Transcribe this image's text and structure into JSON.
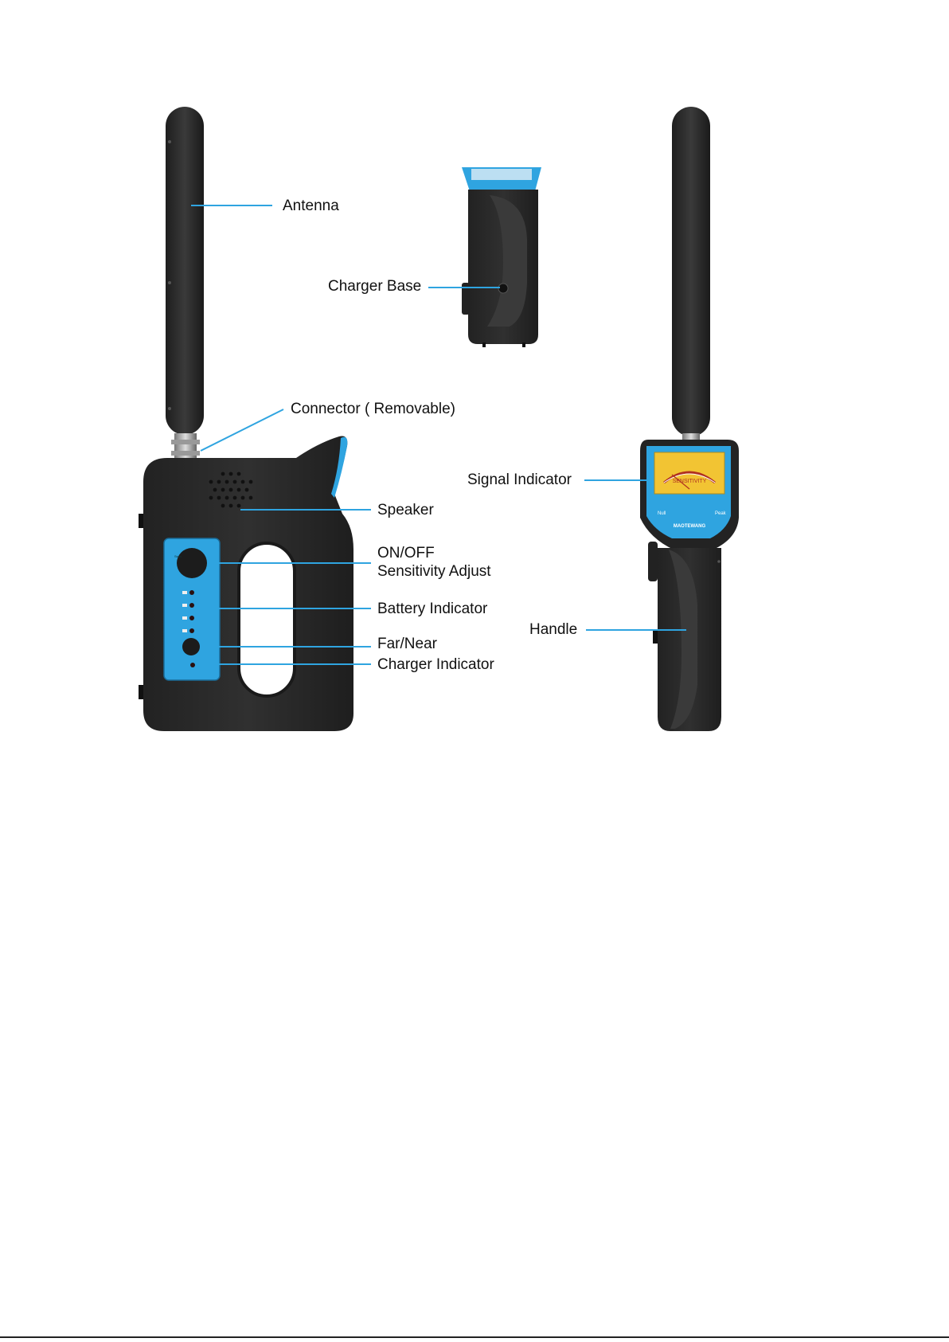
{
  "callouts": {
    "antenna": "Antenna",
    "charger_base": "Charger Base",
    "connector": "Connector ( Removable)",
    "speaker": "Speaker",
    "on_off": "ON/OFF",
    "sensitivity_adjust": "Sensitivity Adjust",
    "battery_indicator": "Battery Indicator",
    "far_near": "Far/Near",
    "charger_indicator": "Charger Indicator",
    "signal_indicator": "Signal Indicator",
    "handle": "Handle"
  },
  "meter": {
    "label": "SENSITIVITY",
    "left_mark": "Null",
    "right_mark": "Peak",
    "brand": "MAOTEWANG"
  },
  "colors": {
    "body": "#2b2b2b",
    "accent": "#2fa4e0",
    "callout_line": "#2fa4e0",
    "meter_face": "#f2c433"
  },
  "icons": [
    "antenna",
    "speaker-grille",
    "knob",
    "led",
    "meter"
  ]
}
